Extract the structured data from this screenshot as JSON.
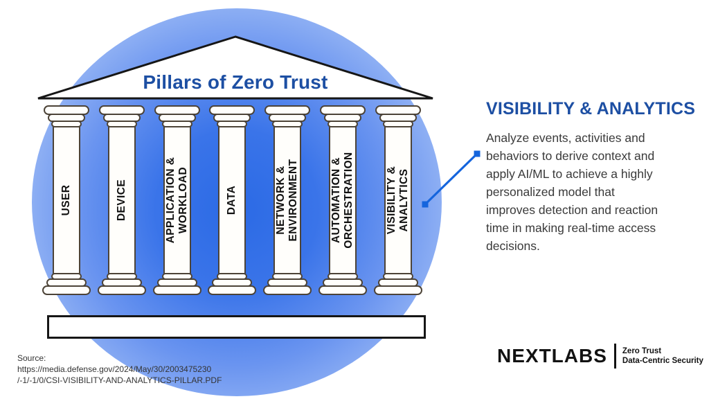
{
  "pediment": {
    "title": "Pillars of Zero Trust"
  },
  "pillars": [
    {
      "id": "user",
      "label": "USER"
    },
    {
      "id": "device",
      "label": "DEVICE"
    },
    {
      "id": "application-workload",
      "label": "APPLICATION &\nWORKLOAD"
    },
    {
      "id": "data",
      "label": "DATA"
    },
    {
      "id": "network-environment",
      "label": "NETWORK &\nENVIRONMENT"
    },
    {
      "id": "automation-orchestration",
      "label": "AUTOMATION &\nORCHESTRATION"
    },
    {
      "id": "visibility-analytics",
      "label": "VISIBILITY &\nANALYTICS"
    }
  ],
  "callout": {
    "title": "VISIBILITY & ANALYTICS",
    "body": "Analyze events, activities and\nbehaviors to derive context and\napply AI/ML to achieve a highly\npersonalized model that\nimproves detection and reaction\ntime in making real-time access\ndecisions."
  },
  "source": {
    "text": "Source:\nhttps://media.defense.gov/2024/May/30/2003475230\n/-1/-1/0/CSI-VISIBILITY-AND-ANALYTICS-PILLAR.PDF"
  },
  "logo": {
    "wordmark": "NEXTLABS",
    "tagline": "Zero Trust\nData-Centric Security"
  },
  "colors": {
    "heading_blue": "#1d4fa3",
    "connector_blue": "#1565dd",
    "circle_center_blue": "#2b6ae5",
    "circle_edge_blue": "#cfdffb",
    "pillar_outline": "#4c4337",
    "body_text": "#3a3a3a"
  }
}
